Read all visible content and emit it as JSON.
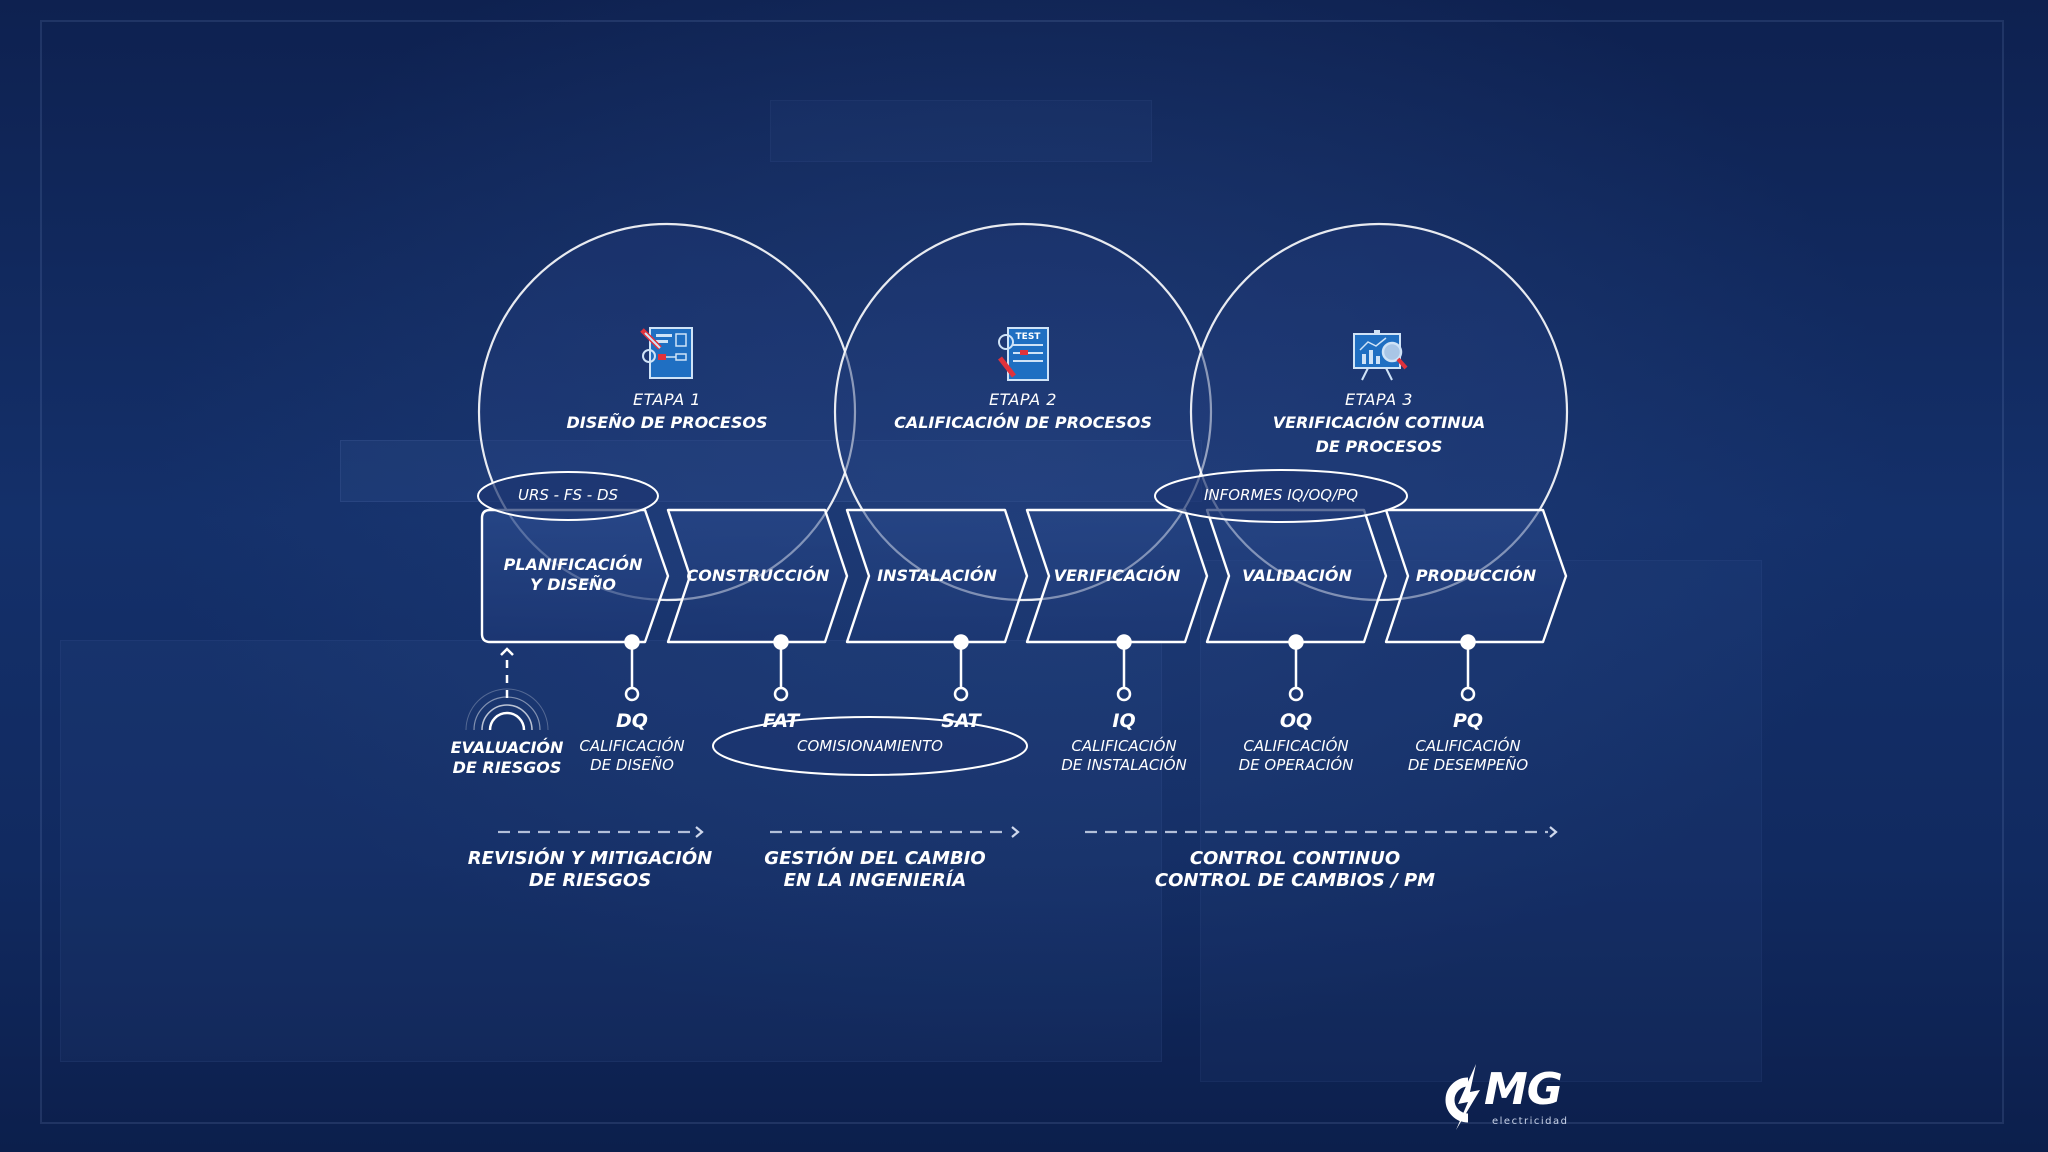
{
  "stages": [
    {
      "number": "ETAPA 1",
      "title_lines": [
        "DISEÑO DE PROCESOS"
      ],
      "icon": "design-blueprint-icon"
    },
    {
      "number": "ETAPA 2",
      "title_lines": [
        "CALIFICACIÓN DE PROCESOS"
      ],
      "icon": "test-checklist-icon",
      "icon_text": "TEST"
    },
    {
      "number": "ETAPA 3",
      "title_lines": [
        "VERIFICACIÓN COTINUA",
        "DE PROCESOS"
      ],
      "icon": "chart-magnifier-icon"
    }
  ],
  "pills": {
    "documents": "URS  -  FS  -  DS",
    "reports": "INFORMES IQ/OQ/PQ",
    "commissioning": "COMISIONAMIENTO"
  },
  "phases": [
    {
      "lines": [
        "PLANIFICACIÓN",
        "Y DISEÑO"
      ]
    },
    {
      "lines": [
        "CONSTRUCCIÓN"
      ]
    },
    {
      "lines": [
        "INSTALACIÓN"
      ]
    },
    {
      "lines": [
        "VERIFICACIÓN"
      ]
    },
    {
      "lines": [
        "VALIDACIÓN"
      ]
    },
    {
      "lines": [
        "PRODUCCIÓN"
      ]
    }
  ],
  "risk": {
    "lines": [
      "EVALUACIÓN",
      "DE RIESGOS"
    ],
    "icon": "radar-signal-icon"
  },
  "milestones": [
    {
      "code": "DQ",
      "sub": [
        "CALIFICACIÓN",
        "DE DISEÑO"
      ]
    },
    {
      "code": "FAT",
      "sub": []
    },
    {
      "code": "SAT",
      "sub": []
    },
    {
      "code": "IQ",
      "sub": [
        "CALIFICACIÓN",
        "DE INSTALACIÓN"
      ]
    },
    {
      "code": "OQ",
      "sub": [
        "CALIFICACIÓN",
        "DE OPERACIÓN"
      ]
    },
    {
      "code": "PQ",
      "sub": [
        "CALIFICACIÓN",
        "DE DESEMPEÑO"
      ]
    }
  ],
  "bottom": [
    {
      "lines": [
        "REVISIÓN Y MITIGACIÓN",
        "DE RIESGOS"
      ]
    },
    {
      "lines": [
        "GESTIÓN DEL CAMBIO",
        "EN LA INGENIERÍA"
      ]
    },
    {
      "lines": [
        "CONTROL CONTINUO",
        "CONTROL DE CAMBIOS / PM"
      ]
    }
  ],
  "logo": {
    "mark": "MG",
    "sub": "electricidad",
    "icon": "lightning-bolt-icon"
  },
  "colors": {
    "background": "#0f2656",
    "line": "#ffffff",
    "icon_blue": "#1f6fc2",
    "icon_red": "#e0323c"
  }
}
